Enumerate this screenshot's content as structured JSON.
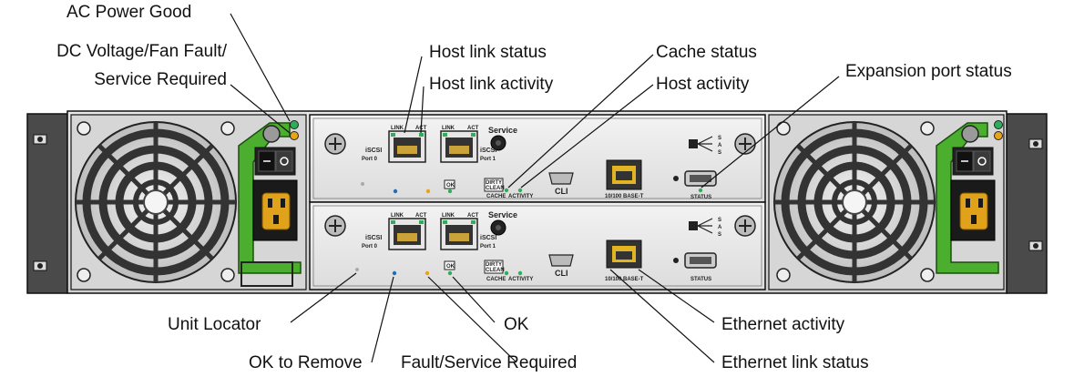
{
  "callouts": {
    "ac_power_good": "AC Power Good",
    "dc_fault_line1": "DC Voltage/Fan Fault/",
    "dc_fault_line2": "Service Required",
    "host_link_status": "Host link status",
    "host_link_activity": "Host link activity",
    "cache_status": "Cache status",
    "host_activity": "Host activity",
    "expansion_port_status": "Expansion port status",
    "unit_locator": "Unit Locator",
    "ok_to_remove": "OK to Remove",
    "ok": "OK",
    "fault_service_required": "Fault/Service Required",
    "ethernet_activity": "Ethernet activity",
    "ethernet_link_status": "Ethernet link status"
  },
  "controller": {
    "link": "LINK",
    "act": "ACT",
    "iscsi": "iSCSI",
    "port0": "Port 0",
    "port1": "Port 1",
    "service": "Service",
    "dirty": "DIRTY",
    "clean": "CLEAN",
    "cache": "CACHE",
    "activity": "ACTIVITY",
    "cli": "CLI",
    "ok_label": "OK",
    "base_t": "10/100 BASE-T",
    "status": "STATUS",
    "sas_letters": [
      "S",
      "A",
      "S"
    ]
  },
  "colors": {
    "led_green": "#2fae5a",
    "led_amber": "#e8a317",
    "led_blue": "#1f6fb8",
    "psu_handle": "#4cae2e",
    "ac_inlet": "#e0a21a",
    "ethernet_port": "#e2b323"
  }
}
